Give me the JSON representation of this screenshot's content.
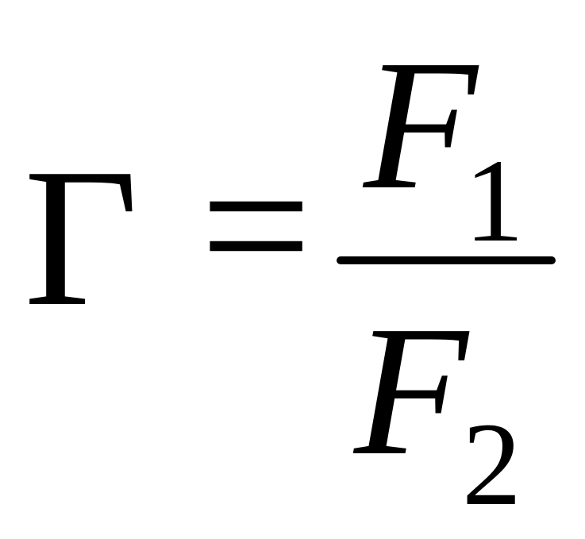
{
  "formula": {
    "lhs": "Γ",
    "operator": "=",
    "numerator": {
      "variable": "F",
      "subscript": "1"
    },
    "denominator": {
      "variable": "F",
      "subscript": "2"
    }
  }
}
